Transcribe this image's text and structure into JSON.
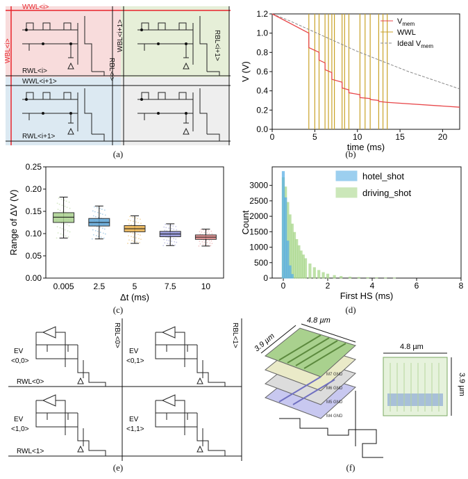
{
  "captions": {
    "a": "(a)",
    "b": "(b)",
    "c": "(c)",
    "d": "(d)",
    "e": "(e)",
    "f": "(f)"
  },
  "panel_a": {
    "wwl_i": "WWL<i>",
    "wbl_i": "WBL<i>",
    "rbl_i": "RBL<i>",
    "wbl_i1": "WBL<i+1>",
    "rbl_i1": "RBL<i+1>",
    "rwl_i": "RWL<i>",
    "wwl_i1": "WWL<i+1>",
    "rwl_i1": "RWL<i+1>",
    "colors": {
      "red": "#e8242b",
      "pink": "#f8dcdc",
      "green": "#e6efd8",
      "blue": "#dce9f2",
      "gray": "#eeeeee"
    }
  },
  "panel_e": {
    "rbl0": "RBL<0>",
    "rbl1": "RBL<1>",
    "rwl0": "RWL<0>",
    "rwl1": "RWL<1>",
    "ev": "EV",
    "ev00": "<0,0>",
    "ev01": "<0,1>",
    "ev10": "<1,0>",
    "ev11": "<1,1>"
  },
  "panel_f": {
    "dim_w": "4.8 µm",
    "dim_h": "3.9 µm",
    "dim_w2": "4.8 µm",
    "dim_h2": "3.9 µm",
    "layers": [
      "M7 GND",
      "M6 GND",
      "M5 GND",
      "M4 GND"
    ]
  },
  "chart_data": [
    {
      "id": "b",
      "type": "line",
      "xlabel": "time (ms)",
      "ylabel": "V (V)",
      "xlim": [
        0,
        22
      ],
      "ylim": [
        0,
        1.2
      ],
      "xticks": [
        0,
        5,
        10,
        15,
        20
      ],
      "yticks": [
        0.0,
        0.2,
        0.4,
        0.6,
        0.8,
        1.0,
        1.2
      ],
      "legend": [
        "V",
        "WWL",
        "Ideal V"
      ],
      "legend_sub": "mem",
      "colors": {
        "vmem": "#e8474a",
        "wwl": "#c9a227",
        "ideal": "#888888"
      },
      "series": [
        {
          "name": "Vmem",
          "x": [
            0,
            4.3,
            4.3,
            5.5,
            5.5,
            6.2,
            6.2,
            7.0,
            7.0,
            8.2,
            8.2,
            9.0,
            9.0,
            10.3,
            10.3,
            11.5,
            11.5,
            12.5,
            12.5,
            13.5,
            13.5,
            22
          ],
          "y": [
            1.2,
            1.0,
            0.85,
            0.8,
            0.72,
            0.69,
            0.62,
            0.59,
            0.52,
            0.49,
            0.43,
            0.41,
            0.38,
            0.36,
            0.33,
            0.32,
            0.31,
            0.3,
            0.29,
            0.28,
            0.28,
            0.23
          ]
        },
        {
          "name": "Ideal Vmem",
          "x": [
            0,
            2,
            4,
            6,
            8,
            10,
            12,
            14,
            16,
            18,
            20,
            22
          ],
          "y": [
            1.2,
            1.13,
            1.05,
            0.97,
            0.89,
            0.81,
            0.74,
            0.67,
            0.6,
            0.54,
            0.48,
            0.42
          ]
        }
      ],
      "wwl_pulses": [
        4.3,
        5.0,
        5.5,
        6.2,
        6.6,
        7.0,
        7.3,
        8.2,
        8.5,
        9.0,
        10.3,
        10.9,
        11.5,
        12.5,
        13.0,
        13.5
      ]
    },
    {
      "id": "c",
      "type": "box",
      "xlabel": "Δt (ms)",
      "ylabel": "Range of ΔV (V)",
      "ylim": [
        0,
        0.25
      ],
      "yticks": [
        0.0,
        0.05,
        0.1,
        0.15,
        0.2,
        0.25
      ],
      "categories": [
        "0.005",
        "2.5",
        "5",
        "7.5",
        "10"
      ],
      "colors": [
        "#a9d18e",
        "#5ba4d6",
        "#e8b04b",
        "#8c8fd6",
        "#e88d8d"
      ],
      "boxes": [
        {
          "min": 0.09,
          "q1": 0.125,
          "median": 0.137,
          "q3": 0.147,
          "max": 0.182
        },
        {
          "min": 0.088,
          "q1": 0.117,
          "median": 0.125,
          "q3": 0.134,
          "max": 0.162
        },
        {
          "min": 0.078,
          "q1": 0.104,
          "median": 0.111,
          "q3": 0.118,
          "max": 0.14
        },
        {
          "min": 0.073,
          "q1": 0.093,
          "median": 0.099,
          "q3": 0.105,
          "max": 0.122
        },
        {
          "min": 0.072,
          "q1": 0.087,
          "median": 0.092,
          "q3": 0.097,
          "max": 0.11
        }
      ]
    },
    {
      "id": "d",
      "type": "bar",
      "xlabel": "First HS (ms)",
      "ylabel": "Count",
      "xlim": [
        -0.5,
        8
      ],
      "ylim": [
        0,
        3600
      ],
      "xticks": [
        0,
        2,
        4,
        6,
        8
      ],
      "yticks": [
        0,
        500,
        1000,
        1500,
        2000,
        2500,
        3000
      ],
      "series": [
        {
          "name": "hotel_shot",
          "color": "#5bb0e6",
          "x": [
            0,
            0.1,
            0.2,
            0.3,
            0.4
          ],
          "values": [
            3450,
            2600,
            1200,
            400,
            120
          ]
        },
        {
          "name": "driving_shot",
          "color": "#a9d88b",
          "x": [
            0,
            0.1,
            0.2,
            0.3,
            0.4,
            0.5,
            0.6,
            0.7,
            0.8,
            0.9,
            1.0,
            1.2,
            1.4,
            1.6,
            1.8,
            2.0,
            2.3,
            2.6,
            3.0,
            3.4,
            3.8,
            4.2,
            4.6,
            5.0
          ],
          "values": [
            3250,
            2950,
            2450,
            2050,
            1750,
            1480,
            1250,
            1050,
            880,
            750,
            630,
            460,
            340,
            250,
            180,
            130,
            85,
            55,
            35,
            22,
            14,
            9,
            6,
            4
          ]
        }
      ]
    }
  ]
}
